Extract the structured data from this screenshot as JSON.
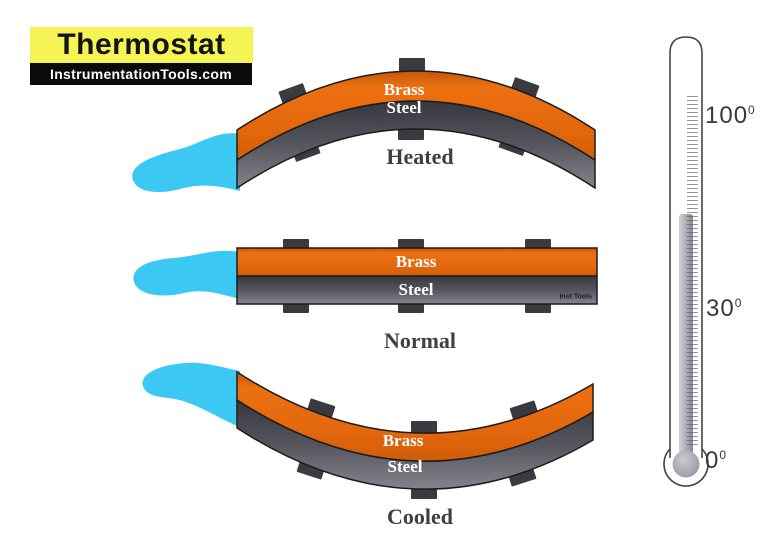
{
  "logo": {
    "title": "Thermostat",
    "subtitle": "InstrumentationTools.com"
  },
  "strips": [
    {
      "name": "heated",
      "caption": "Heated",
      "top_layer": "Brass",
      "bottom_layer": "Steel"
    },
    {
      "name": "normal",
      "caption": "Normal",
      "top_layer": "Brass",
      "bottom_layer": "Steel",
      "watermark": "Inst Tools"
    },
    {
      "name": "cooled",
      "caption": "Cooled",
      "top_layer": "Brass",
      "bottom_layer": "Steel"
    }
  ],
  "thermometer": {
    "scale_labels": [
      {
        "value": "100",
        "sup": "0"
      },
      {
        "value": "30",
        "sup": "0"
      },
      {
        "value": "0",
        "sup": "0"
      }
    ]
  },
  "colors": {
    "logo_yellow": "#F5F455",
    "logo_black": "#0A0A0A",
    "brass_orange": "#E2660C",
    "steel_gray": "#4A4A52",
    "clip_gray": "#3A3A40",
    "handle_cyan": "#3BC8F3",
    "mercury_gray": "#9B9FA8",
    "caption_text": "#3F3F3F",
    "layer_text": "#FFFFFF"
  }
}
